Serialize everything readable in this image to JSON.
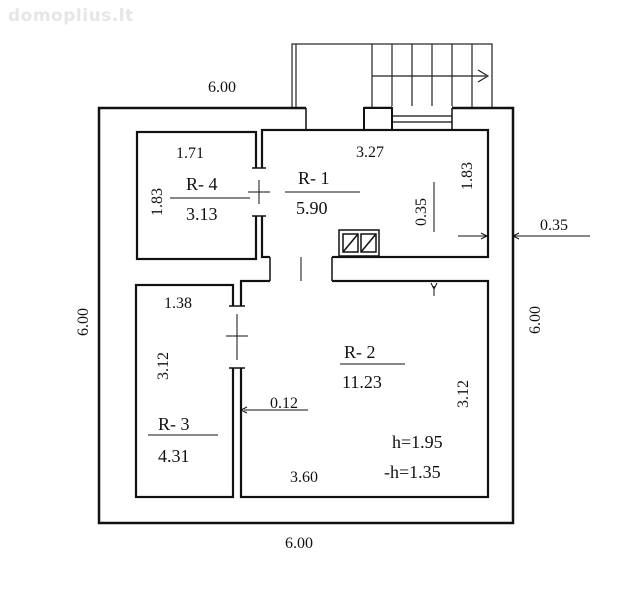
{
  "watermark": "domoplius.lt",
  "rooms": {
    "r1": {
      "name": "R- 1",
      "area": "5.90"
    },
    "r2": {
      "name": "R- 2",
      "area": "11.23"
    },
    "r3": {
      "name": "R- 3",
      "area": "4.31"
    },
    "r4": {
      "name": "R- 4",
      "area": "3.13"
    }
  },
  "dims": {
    "top": "6.00",
    "bottom": "6.00",
    "left": "6.00",
    "right": "6.00",
    "wall": "0.35",
    "r1_width": "3.27",
    "r1_height": "1.83",
    "r1_inner": "0.35",
    "r4_width": "1.71",
    "r4_height": "1.83",
    "r3_width": "1.38",
    "r3_height": "3.12",
    "r2_height": "3.12",
    "r2_width": "3.60",
    "partition": "0.12"
  },
  "heights": {
    "h": "h=1.95",
    "minus_h": "-h=1.35"
  }
}
